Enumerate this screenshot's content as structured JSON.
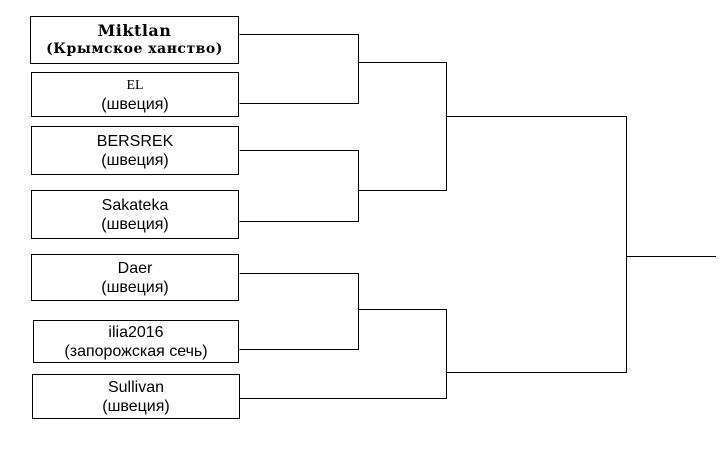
{
  "bracket": {
    "entrants": [
      {
        "name": "Miktlan",
        "country": "(Крымское ханство)"
      },
      {
        "name": "EL",
        "country": "(швеция)"
      },
      {
        "name": "BERSREK",
        "country": "(швеция)"
      },
      {
        "name": "Sakateka",
        "country": "(швеция)"
      },
      {
        "name": "Daer",
        "country": "(швеция)"
      },
      {
        "name": "ilia2016",
        "country": "(запорожская сечь)"
      },
      {
        "name": "Sullivan",
        "country": "(швеция)"
      }
    ],
    "line_color": "#000000",
    "box_border_color": "#000000"
  }
}
